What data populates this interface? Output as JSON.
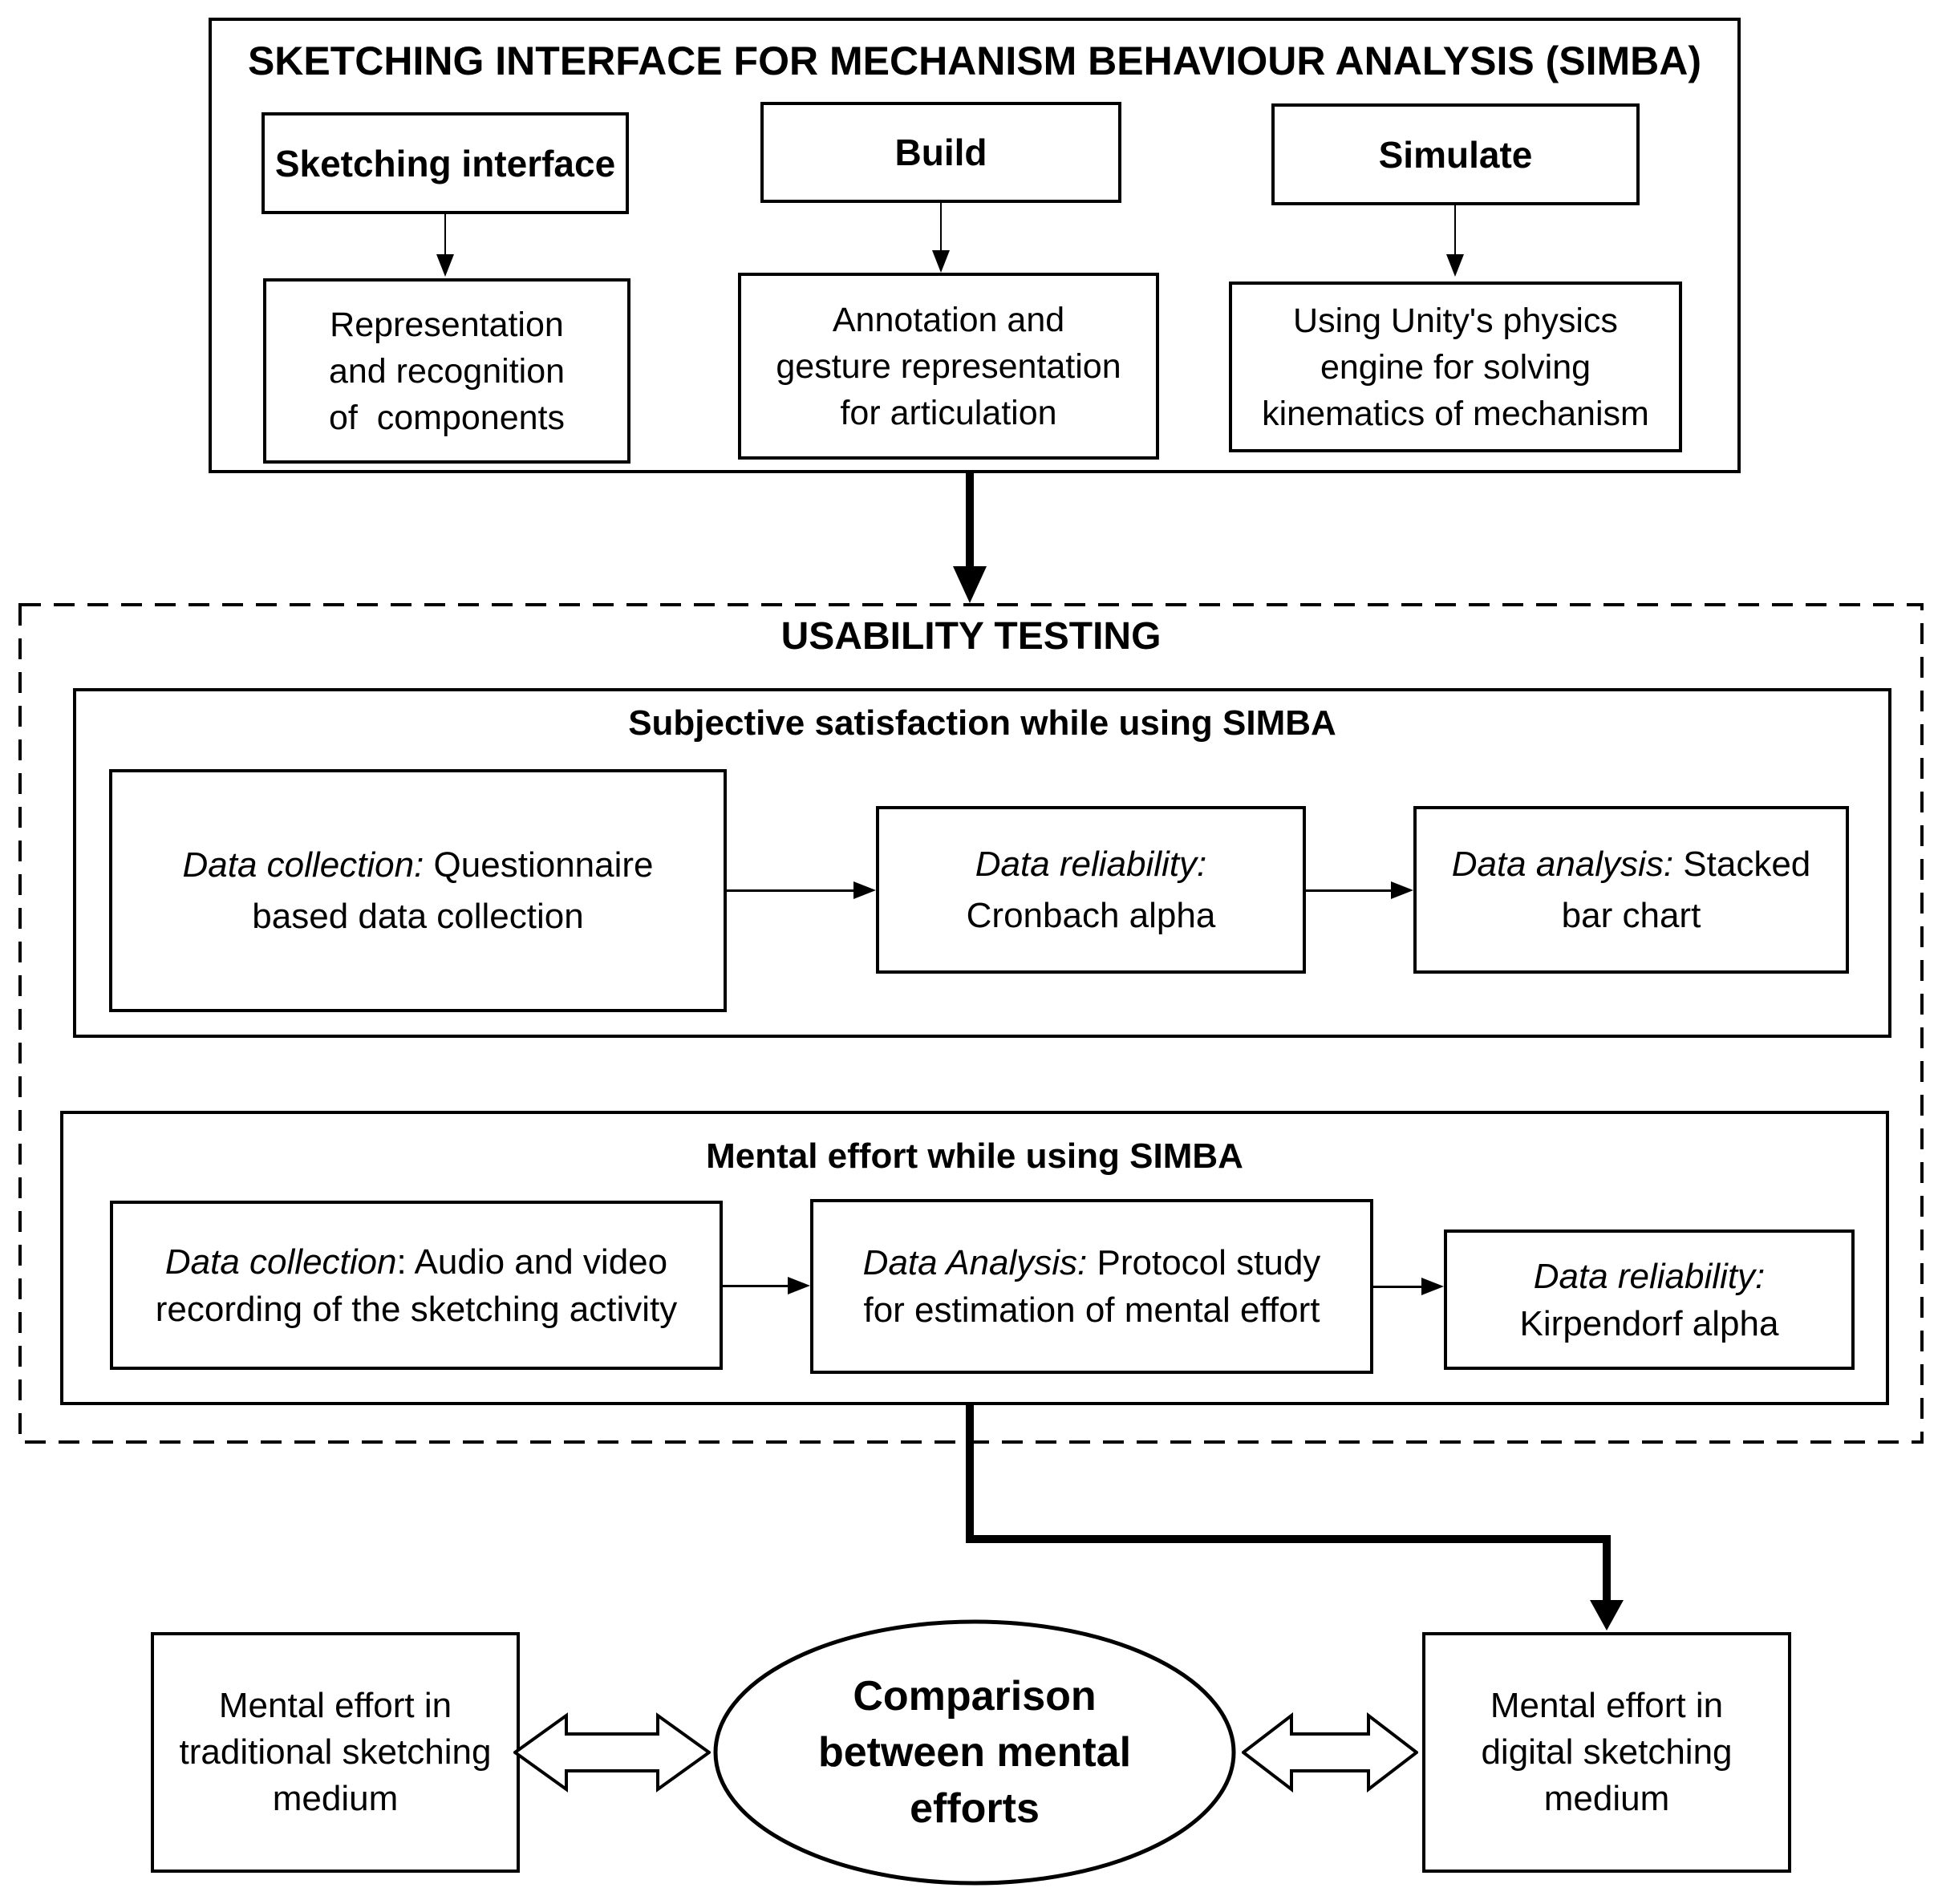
{
  "colors": {
    "ink": "#000000",
    "background": "#ffffff"
  },
  "top": {
    "title": "SKETCHING INTERFACE FOR MECHANISM BEHAVIOUR ANALYSIS (SIMBA)",
    "columns": [
      {
        "header": "Sketching interface",
        "body_lines": [
          "Representation",
          "and recognition",
          "of  components"
        ]
      },
      {
        "header": "Build",
        "body_lines": [
          "Annotation and",
          "gesture representation",
          "for articulation"
        ]
      },
      {
        "header": "Simulate",
        "body_lines": [
          "Using Unity's physics",
          "engine for solving",
          "kinematics of mechanism"
        ]
      }
    ]
  },
  "usability": {
    "title": "USABILITY TESTING",
    "subjective": {
      "header": "Subjective satisfaction while using SIMBA",
      "boxes": [
        {
          "italic": "Data collection:",
          "rest": " Questionnaire",
          "line2": "based data collection"
        },
        {
          "italic": "Data reliability:",
          "rest": "",
          "line2": "Cronbach alpha"
        },
        {
          "italic": "Data analysis:",
          "rest": " Stacked",
          "line2": "bar chart"
        }
      ]
    },
    "mental": {
      "header": "Mental effort while using SIMBA",
      "boxes": [
        {
          "italic": "Data collection",
          "rest": ": Audio and video",
          "line2": "recording of the sketching activity"
        },
        {
          "italic": "Data Analysis:",
          "rest": " Protocol study",
          "line2": "for estimation of mental effort"
        },
        {
          "italic": "Data reliability:",
          "rest": "",
          "line2": "Kirpendorf alpha"
        }
      ]
    }
  },
  "bottom": {
    "left_box_lines": [
      "Mental effort in",
      "traditional sketching",
      "medium"
    ],
    "ellipse_lines": [
      "Comparison",
      "between mental",
      "efforts"
    ],
    "right_box_lines": [
      "Mental effort in",
      "digital sketching",
      "medium"
    ]
  }
}
